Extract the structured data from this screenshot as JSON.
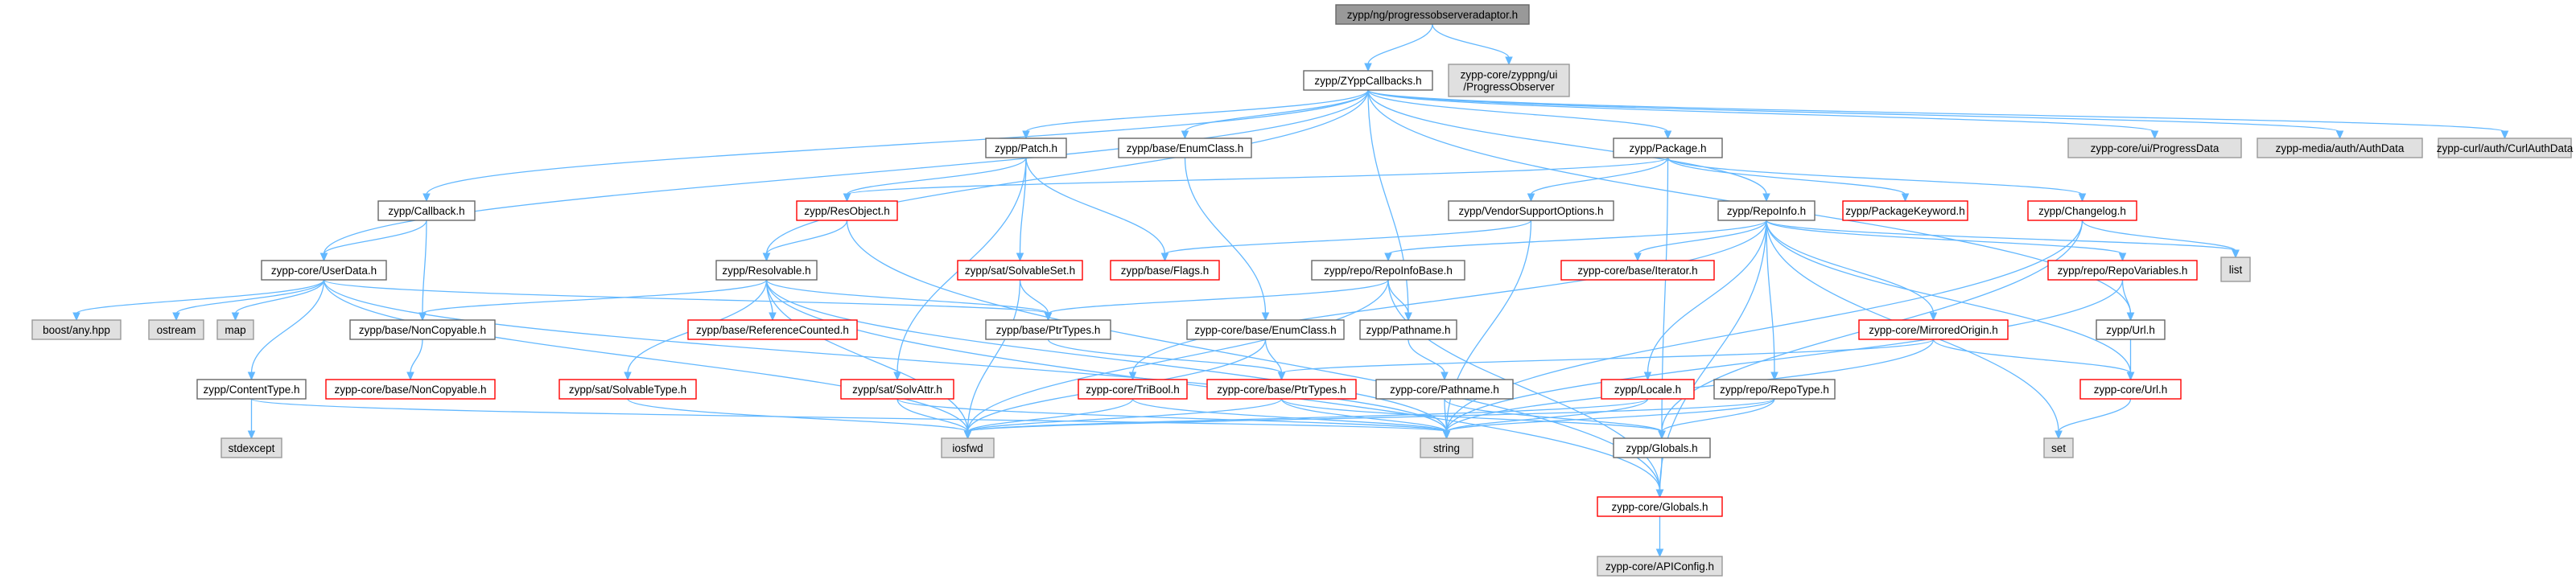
{
  "colors": {
    "edge": "#63b8ff",
    "root_fill": "#999999",
    "root_stroke": "#666666",
    "normal_fill": "#ffffff",
    "normal_stroke": "#666666",
    "red_stroke": "#ff0000",
    "ext_fill": "#e0e0e0",
    "ext_stroke": "#999999"
  },
  "nodes": [
    {
      "id": "root",
      "lines": [
        "zypp/ng/progressobserveradaptor.h"
      ],
      "style": "root"
    },
    {
      "id": "cb",
      "lines": [
        "zypp/ZYppCallbacks.h"
      ],
      "style": "normal"
    },
    {
      "id": "po",
      "lines": [
        "zypp-core/zyppng/ui",
        "/ProgressObserver"
      ],
      "style": "ext"
    },
    {
      "id": "patch",
      "lines": [
        "zypp/Patch.h"
      ],
      "style": "normal"
    },
    {
      "id": "enumclass",
      "lines": [
        "zypp/base/EnumClass.h"
      ],
      "style": "normal"
    },
    {
      "id": "package",
      "lines": [
        "zypp/Package.h"
      ],
      "style": "normal"
    },
    {
      "id": "progdata",
      "lines": [
        "zypp-core/ui/ProgressData"
      ],
      "style": "ext"
    },
    {
      "id": "authdata",
      "lines": [
        "zypp-media/auth/AuthData"
      ],
      "style": "ext"
    },
    {
      "id": "curlauth",
      "lines": [
        "zypp-curl/auth/CurlAuthData"
      ],
      "style": "ext"
    },
    {
      "id": "callback",
      "lines": [
        "zypp/Callback.h"
      ],
      "style": "normal"
    },
    {
      "id": "resobject",
      "lines": [
        "zypp/ResObject.h"
      ],
      "style": "red"
    },
    {
      "id": "vendor",
      "lines": [
        "zypp/VendorSupportOptions.h"
      ],
      "style": "normal"
    },
    {
      "id": "repoinfo",
      "lines": [
        "zypp/RepoInfo.h"
      ],
      "style": "normal"
    },
    {
      "id": "pkgkw",
      "lines": [
        "zypp/PackageKeyword.h"
      ],
      "style": "red"
    },
    {
      "id": "changelog",
      "lines": [
        "zypp/Changelog.h"
      ],
      "style": "red"
    },
    {
      "id": "userdata",
      "lines": [
        "zypp-core/UserData.h"
      ],
      "style": "normal"
    },
    {
      "id": "resolvable",
      "lines": [
        "zypp/Resolvable.h"
      ],
      "style": "normal"
    },
    {
      "id": "solvset",
      "lines": [
        "zypp/sat/SolvableSet.h"
      ],
      "style": "red"
    },
    {
      "id": "flags",
      "lines": [
        "zypp/base/Flags.h"
      ],
      "style": "red"
    },
    {
      "id": "repoinfobase",
      "lines": [
        "zypp/repo/RepoInfoBase.h"
      ],
      "style": "normal"
    },
    {
      "id": "iterator",
      "lines": [
        "zypp-core/base/Iterator.h"
      ],
      "style": "red"
    },
    {
      "id": "repovars",
      "lines": [
        "zypp/repo/RepoVariables.h"
      ],
      "style": "red"
    },
    {
      "id": "list",
      "lines": [
        "list"
      ],
      "style": "ext"
    },
    {
      "id": "anyhpp",
      "lines": [
        "boost/any.hpp"
      ],
      "style": "ext"
    },
    {
      "id": "ostream",
      "lines": [
        "ostream"
      ],
      "style": "ext"
    },
    {
      "id": "map",
      "lines": [
        "map"
      ],
      "style": "ext"
    },
    {
      "id": "noncopy",
      "lines": [
        "zypp/base/NonCopyable.h"
      ],
      "style": "normal"
    },
    {
      "id": "refcounted",
      "lines": [
        "zypp/base/ReferenceCounted.h"
      ],
      "style": "red"
    },
    {
      "id": "ptrtypes",
      "lines": [
        "zypp/base/PtrTypes.h"
      ],
      "style": "normal"
    },
    {
      "id": "coreenum",
      "lines": [
        "zypp-core/base/EnumClass.h"
      ],
      "style": "normal"
    },
    {
      "id": "pathname",
      "lines": [
        "zypp/Pathname.h"
      ],
      "style": "normal"
    },
    {
      "id": "mirrored",
      "lines": [
        "zypp-core/MirroredOrigin.h"
      ],
      "style": "red"
    },
    {
      "id": "url",
      "lines": [
        "zypp/Url.h"
      ],
      "style": "normal"
    },
    {
      "id": "contenttype",
      "lines": [
        "zypp/ContentType.h"
      ],
      "style": "normal"
    },
    {
      "id": "corenoncopy",
      "lines": [
        "zypp-core/base/NonCopyable.h"
      ],
      "style": "red"
    },
    {
      "id": "solvtype",
      "lines": [
        "zypp/sat/SolvableType.h"
      ],
      "style": "red"
    },
    {
      "id": "solvattr",
      "lines": [
        "zypp/sat/SolvAttr.h"
      ],
      "style": "red"
    },
    {
      "id": "tribool",
      "lines": [
        "zypp-core/TriBool.h"
      ],
      "style": "red"
    },
    {
      "id": "coreptr",
      "lines": [
        "zypp-core/base/PtrTypes.h"
      ],
      "style": "red"
    },
    {
      "id": "corepath",
      "lines": [
        "zypp-core/Pathname.h"
      ],
      "style": "normal"
    },
    {
      "id": "locale",
      "lines": [
        "zypp/Locale.h"
      ],
      "style": "red"
    },
    {
      "id": "repotype",
      "lines": [
        "zypp/repo/RepoType.h"
      ],
      "style": "normal"
    },
    {
      "id": "coreurl",
      "lines": [
        "zypp-core/Url.h"
      ],
      "style": "red"
    },
    {
      "id": "stdexcept",
      "lines": [
        "stdexcept"
      ],
      "style": "ext"
    },
    {
      "id": "iosfwd",
      "lines": [
        "iosfwd"
      ],
      "style": "ext"
    },
    {
      "id": "string",
      "lines": [
        "string"
      ],
      "style": "ext"
    },
    {
      "id": "globals",
      "lines": [
        "zypp/Globals.h"
      ],
      "style": "normal"
    },
    {
      "id": "set",
      "lines": [
        "set"
      ],
      "style": "ext"
    },
    {
      "id": "coreglobals",
      "lines": [
        "zypp-core/Globals.h"
      ],
      "style": "red"
    },
    {
      "id": "apiconfig",
      "lines": [
        "zypp-core/APIConfig.h"
      ],
      "style": "ext"
    }
  ],
  "edges": [
    [
      "root",
      "cb"
    ],
    [
      "root",
      "po"
    ],
    [
      "cb",
      "patch"
    ],
    [
      "cb",
      "enumclass"
    ],
    [
      "cb",
      "package"
    ],
    [
      "cb",
      "progdata"
    ],
    [
      "cb",
      "authdata"
    ],
    [
      "cb",
      "curlauth"
    ],
    [
      "cb",
      "callback"
    ],
    [
      "cb",
      "userdata"
    ],
    [
      "cb",
      "repoinfo"
    ],
    [
      "cb",
      "resolvable"
    ],
    [
      "cb",
      "pathname"
    ],
    [
      "cb",
      "url"
    ],
    [
      "patch",
      "resobject"
    ],
    [
      "patch",
      "solvset"
    ],
    [
      "patch",
      "flags"
    ],
    [
      "patch",
      "solvattr"
    ],
    [
      "enumclass",
      "coreenum"
    ],
    [
      "package",
      "resobject"
    ],
    [
      "package",
      "vendor"
    ],
    [
      "package",
      "pkgkw"
    ],
    [
      "package",
      "changelog"
    ],
    [
      "package",
      "globals"
    ],
    [
      "callback",
      "userdata"
    ],
    [
      "callback",
      "noncopy"
    ],
    [
      "resobject",
      "resolvable"
    ],
    [
      "resobject",
      "coreglobals"
    ],
    [
      "vendor",
      "flags"
    ],
    [
      "vendor",
      "string"
    ],
    [
      "repoinfo",
      "repoinfobase"
    ],
    [
      "repoinfo",
      "iterator"
    ],
    [
      "repoinfo",
      "repovars"
    ],
    [
      "repoinfo",
      "list"
    ],
    [
      "repoinfo",
      "mirrored"
    ],
    [
      "repoinfo",
      "locale"
    ],
    [
      "repoinfo",
      "repotype"
    ],
    [
      "repoinfo",
      "tribool"
    ],
    [
      "repoinfo",
      "set"
    ],
    [
      "repoinfo",
      "coreurl"
    ],
    [
      "repoinfo",
      "coreglobals"
    ],
    [
      "changelog",
      "list"
    ],
    [
      "changelog",
      "string"
    ],
    [
      "changelog",
      "globals"
    ],
    [
      "userdata",
      "anyhpp"
    ],
    [
      "userdata",
      "ostream"
    ],
    [
      "userdata",
      "map"
    ],
    [
      "userdata",
      "contenttype"
    ],
    [
      "userdata",
      "ptrtypes"
    ],
    [
      "userdata",
      "iosfwd"
    ],
    [
      "userdata",
      "string"
    ],
    [
      "resolvable",
      "noncopy"
    ],
    [
      "resolvable",
      "refcounted"
    ],
    [
      "resolvable",
      "ptrtypes"
    ],
    [
      "resolvable",
      "solvtype"
    ],
    [
      "resolvable",
      "iosfwd"
    ],
    [
      "resolvable",
      "string"
    ],
    [
      "resolvable",
      "coreglobals"
    ],
    [
      "solvset",
      "ptrtypes"
    ],
    [
      "solvset",
      "iosfwd"
    ],
    [
      "repoinfobase",
      "ptrtypes"
    ],
    [
      "repoinfobase",
      "pathname"
    ],
    [
      "repoinfobase",
      "iosfwd"
    ],
    [
      "repoinfobase",
      "coreglobals"
    ],
    [
      "repovars",
      "url"
    ],
    [
      "repovars",
      "string"
    ],
    [
      "noncopy",
      "corenoncopy"
    ],
    [
      "ptrtypes",
      "coreptr"
    ],
    [
      "coreenum",
      "coreptr"
    ],
    [
      "coreenum",
      "iosfwd"
    ],
    [
      "pathname",
      "corepath"
    ],
    [
      "mirrored",
      "coreptr"
    ],
    [
      "mirrored",
      "coreurl"
    ],
    [
      "mirrored",
      "string"
    ],
    [
      "url",
      "coreurl"
    ],
    [
      "contenttype",
      "stdexcept"
    ],
    [
      "contenttype",
      "string"
    ],
    [
      "solvtype",
      "iosfwd"
    ],
    [
      "solvattr",
      "iosfwd"
    ],
    [
      "solvattr",
      "string"
    ],
    [
      "tribool",
      "iosfwd"
    ],
    [
      "tribool",
      "string"
    ],
    [
      "coreptr",
      "iosfwd"
    ],
    [
      "coreptr",
      "string"
    ],
    [
      "coreptr",
      "globals"
    ],
    [
      "corepath",
      "string"
    ],
    [
      "corepath",
      "globals"
    ],
    [
      "locale",
      "iosfwd"
    ],
    [
      "locale",
      "string"
    ],
    [
      "repotype",
      "iosfwd"
    ],
    [
      "repotype",
      "string"
    ],
    [
      "repotype",
      "globals"
    ],
    [
      "coreurl",
      "set"
    ],
    [
      "globals",
      "coreglobals"
    ],
    [
      "coreglobals",
      "apiconfig"
    ]
  ]
}
